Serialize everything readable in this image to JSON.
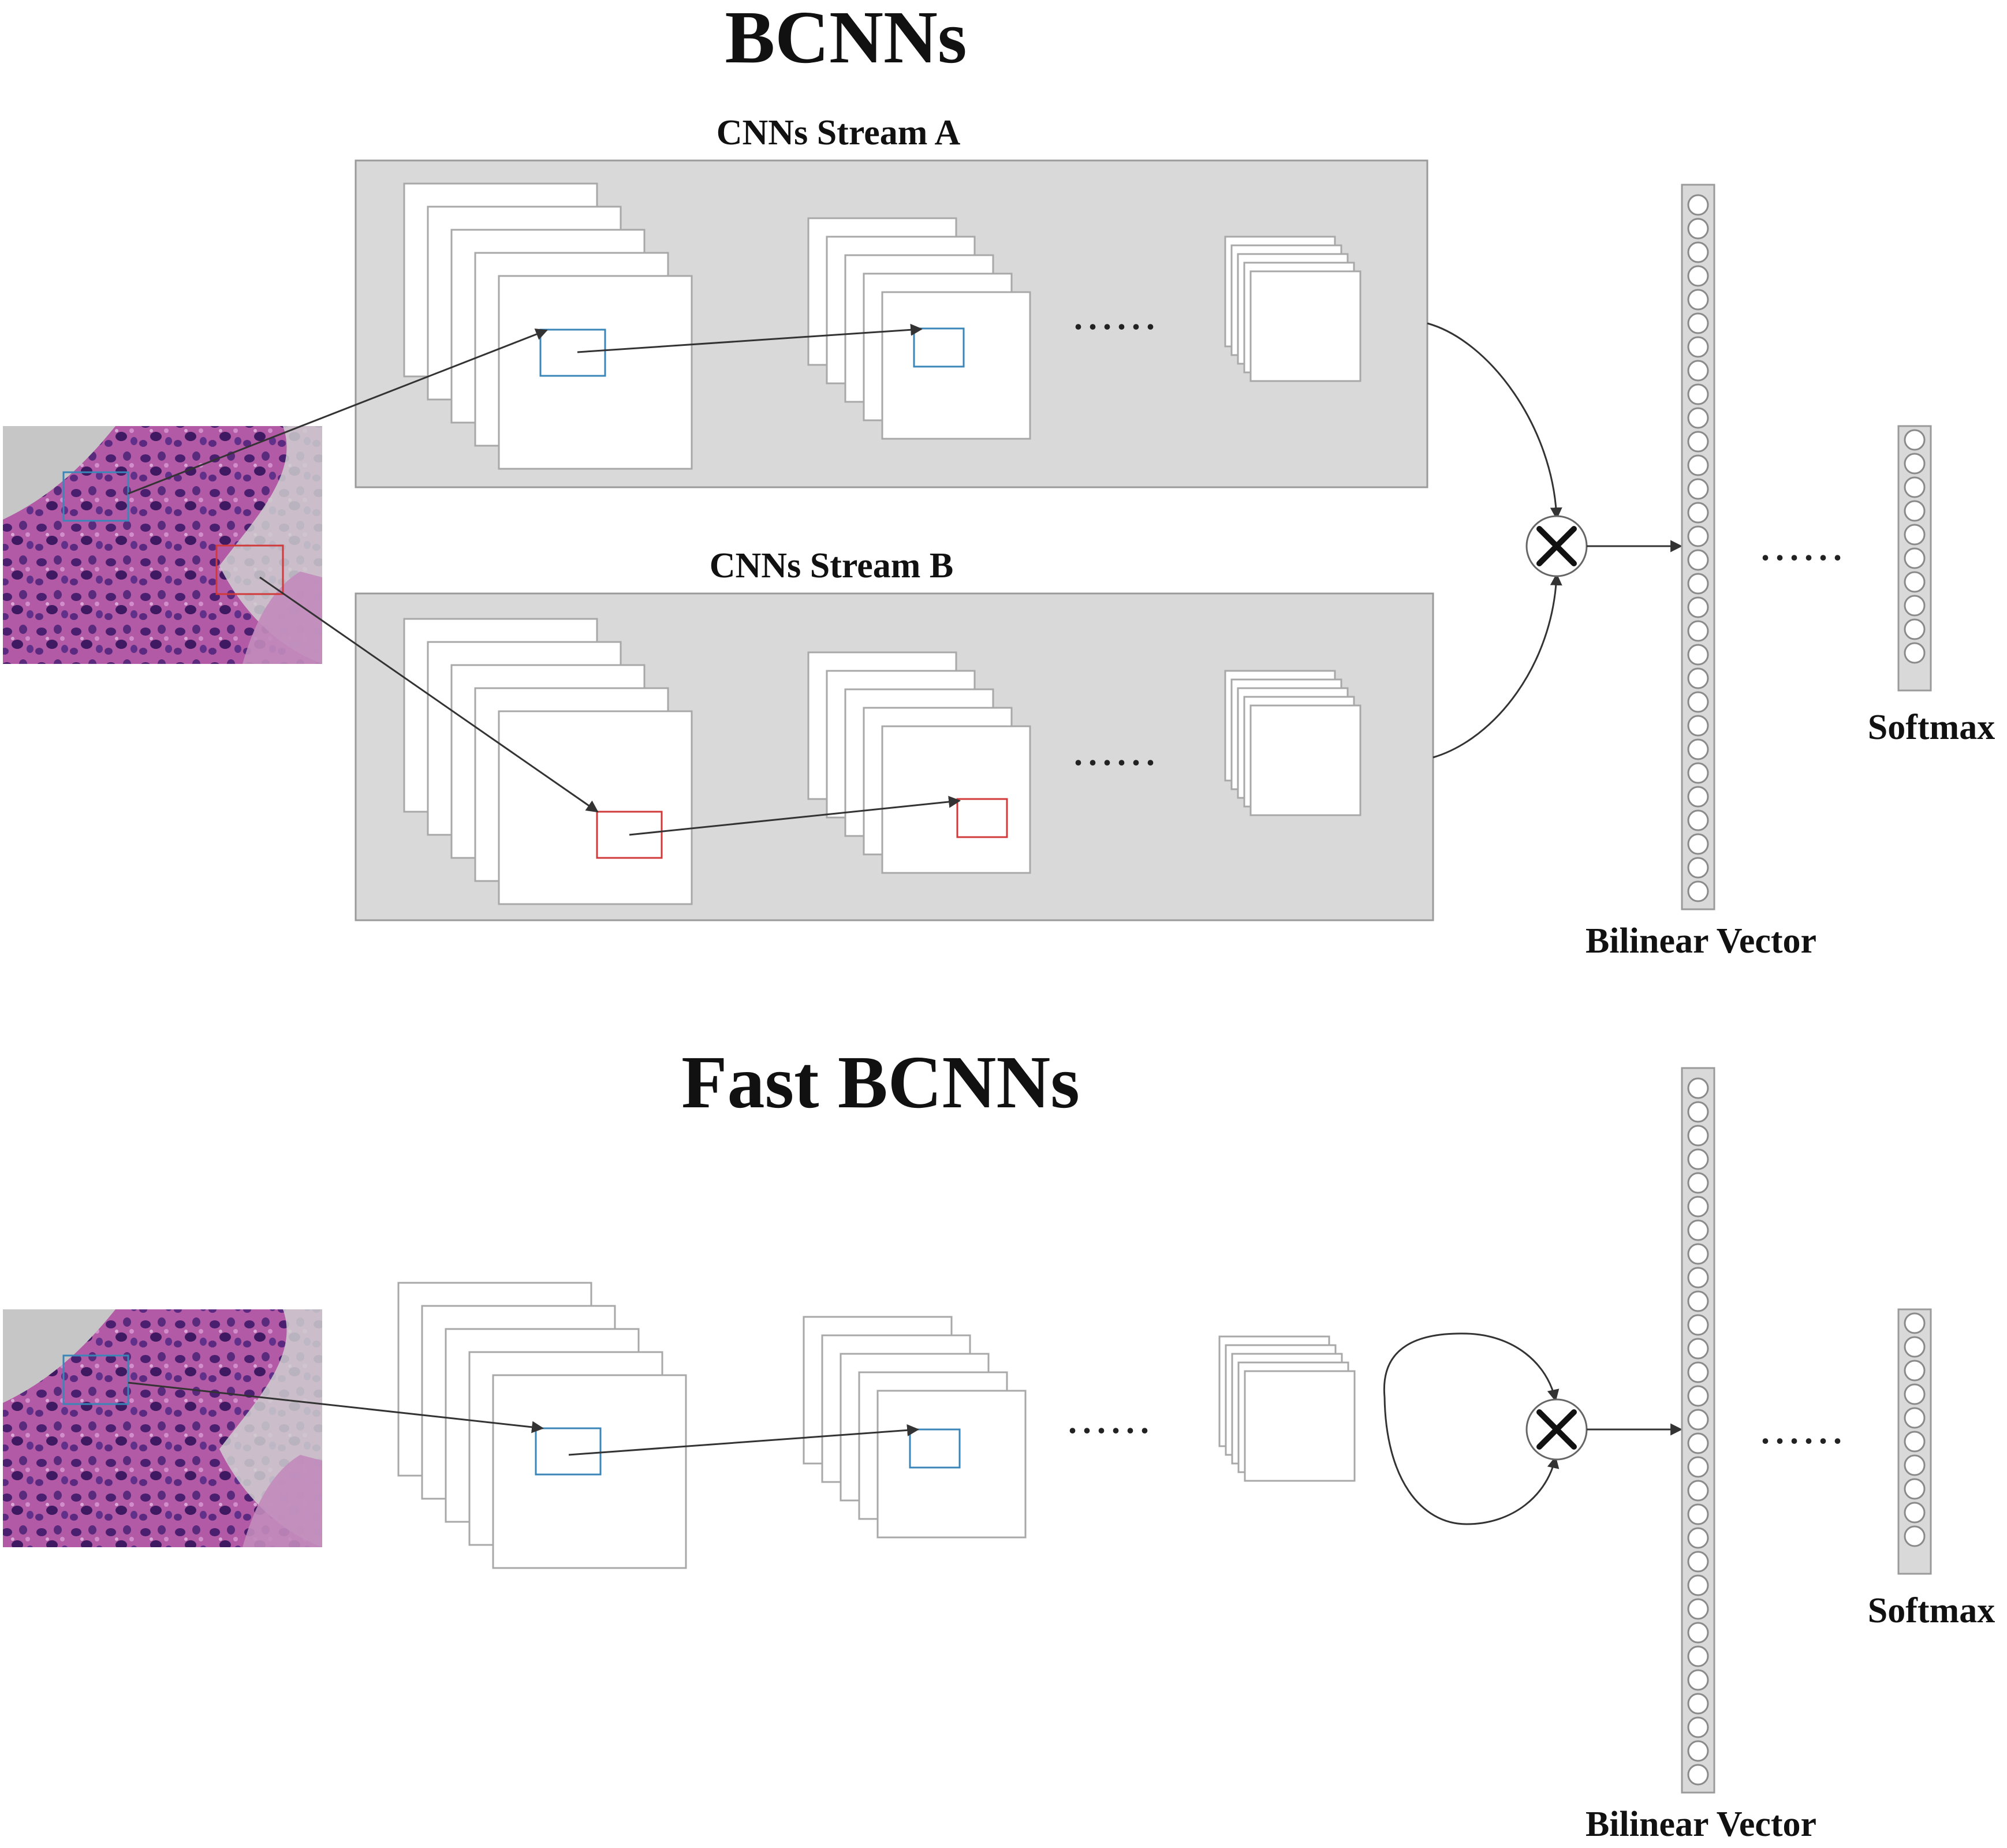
{
  "bcnn": {
    "title": "BCNNs",
    "stream_a_label": "CNNs Stream A",
    "stream_b_label": "CNNs Stream B",
    "bilinear_label": "Bilinear Vector",
    "softmax_label": "Softmax",
    "ellipsis": "......"
  },
  "fast_bcnn": {
    "title": "Fast BCNNs",
    "bilinear_label": "Bilinear Vector",
    "softmax_label": "Softmax",
    "ellipsis": "......"
  },
  "colors": {
    "stream_box": "#d9d9d9",
    "feature_map": "#ffffff",
    "receptive_blue": "#3b86b8",
    "receptive_red": "#d03a3a",
    "tissue_purple": "#a53f9c",
    "background_gray": "#c8c8c8"
  },
  "icons": [
    "bilinear-product-icon",
    "histology-image"
  ]
}
